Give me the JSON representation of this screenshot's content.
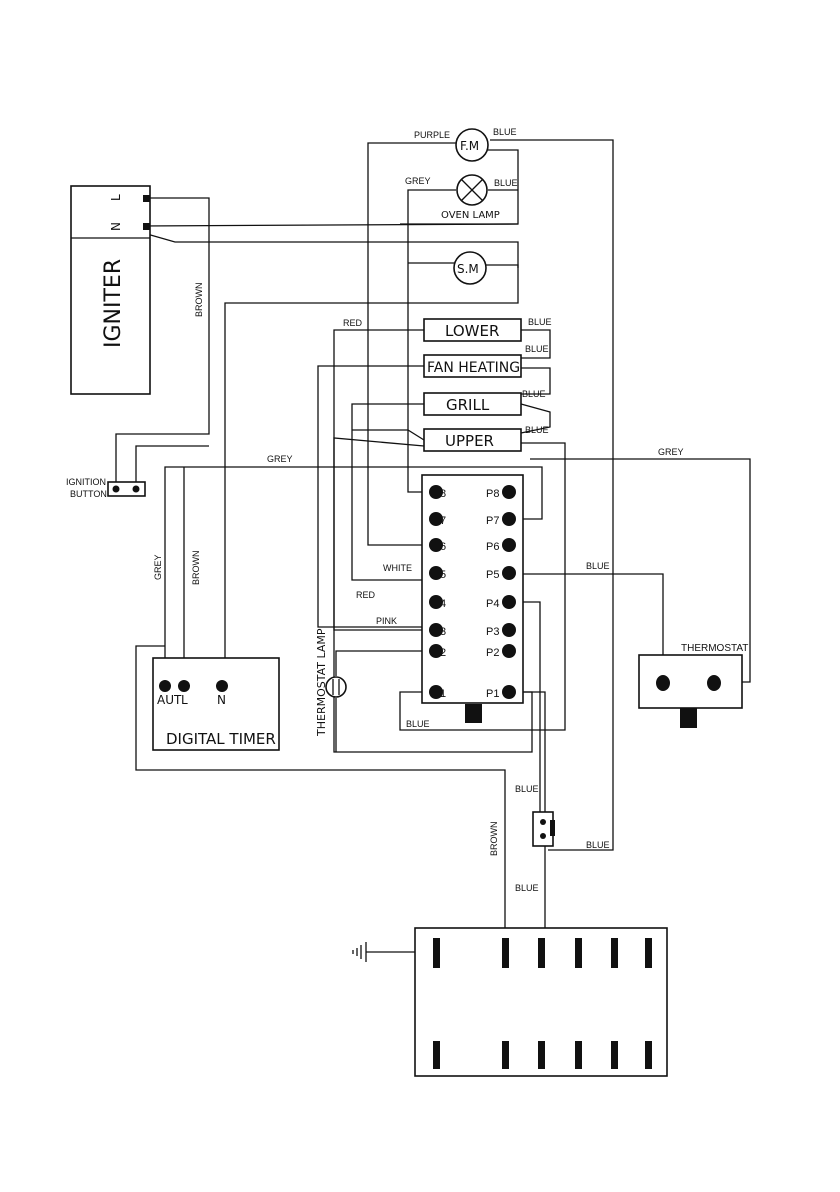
{
  "components": {
    "igniter": "IGNITER",
    "igniter_l": "L",
    "igniter_n": "N",
    "fan_motor": "F.M",
    "oven_lamp": "OVEN LAMP",
    "spit_motor": "S.M",
    "lower": "LOWER",
    "fan_heating": "FAN HEATING",
    "grill": "GRILL",
    "upper": "UPPER",
    "ignition_button": [
      "IGNITION",
      "BUTTON"
    ],
    "thermostat": "THERMOSTAT",
    "thermostat_lamp": "THERMOSTAT LAMP",
    "digital_timer": "DIGITAL TIMER",
    "timer_aut": "AUT",
    "timer_l": "L",
    "timer_n": "N"
  },
  "switch_pins": {
    "left": [
      "8",
      "7",
      "6",
      "5",
      "4",
      "3",
      "2",
      "1"
    ],
    "right": [
      "P8",
      "P7",
      "P6",
      "P5",
      "P4",
      "P3",
      "P2",
      "P1"
    ]
  },
  "wire_labels": {
    "purple": "PURPLE",
    "blue_fm": "BLUE",
    "grey_lamp": "GREY",
    "blue_lamp": "BLUE",
    "brown_igniter": "BROWN",
    "red_lower": "RED",
    "blue_lower": "BLUE",
    "blue_fan_heating": "BLUE",
    "blue_grill": "BLUE",
    "blue_upper": "BLUE",
    "grey_top": "GREY",
    "grey_right": "GREY",
    "grey_left": "GREY",
    "brown_left": "BROWN",
    "white": "WHITE",
    "red_4": "RED",
    "pink": "PINK",
    "blue_p5": "BLUE",
    "blue_bottom_loop": "BLUE",
    "blue_microswitch_top": "BLUE",
    "blue_microswitch_right": "BLUE",
    "brown_terminal": "BROWN",
    "blue_terminal": "BLUE"
  }
}
